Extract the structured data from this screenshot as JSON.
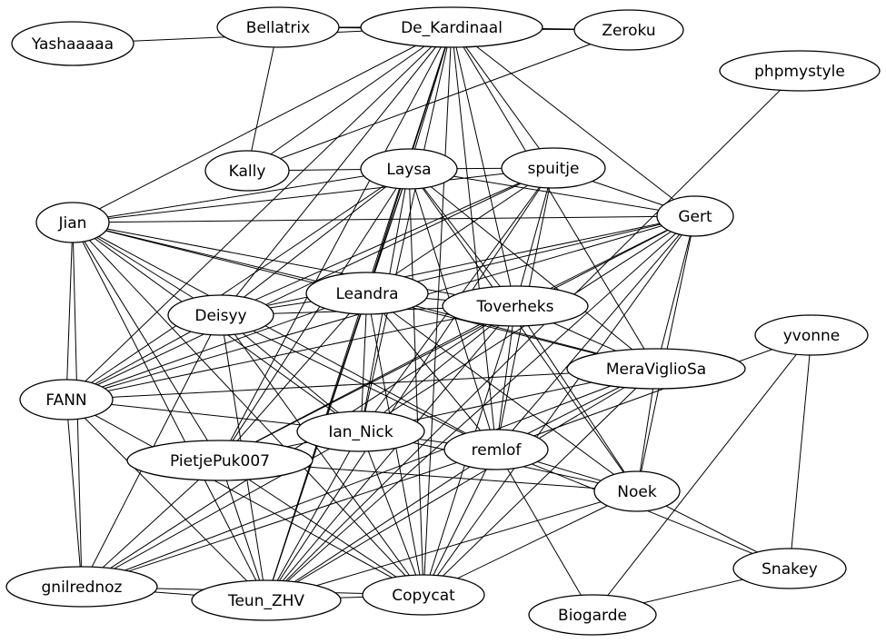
{
  "graph": {
    "nodes": [
      {
        "id": "Yashaaaaa",
        "label": "Yashaaaaa"
      },
      {
        "id": "Bellatrix",
        "label": "Bellatrix"
      },
      {
        "id": "De_Kardinaal",
        "label": "De_Kardinaal"
      },
      {
        "id": "Zeroku",
        "label": "Zeroku"
      },
      {
        "id": "phpmystyle",
        "label": "phpmystyle"
      },
      {
        "id": "Kally",
        "label": "Kally"
      },
      {
        "id": "Laysa",
        "label": "Laysa"
      },
      {
        "id": "spuitje",
        "label": "spuitje"
      },
      {
        "id": "Jian",
        "label": "Jian"
      },
      {
        "id": "Gert",
        "label": "Gert"
      },
      {
        "id": "Leandra",
        "label": "Leandra"
      },
      {
        "id": "Deisyy",
        "label": "Deisyy"
      },
      {
        "id": "Toverheks",
        "label": "Toverheks"
      },
      {
        "id": "yvonne",
        "label": "yvonne"
      },
      {
        "id": "MeraViglioSa",
        "label": "MeraViglioSa"
      },
      {
        "id": "FANN",
        "label": "FANN"
      },
      {
        "id": "Ian_Nick",
        "label": "Ian_Nick"
      },
      {
        "id": "remlof",
        "label": "remlof"
      },
      {
        "id": "PietjePuk007",
        "label": "PietjePuk007"
      },
      {
        "id": "Noek",
        "label": "Noek"
      },
      {
        "id": "gnilrednoz",
        "label": "gnilrednoz"
      },
      {
        "id": "Teun_ZHV",
        "label": "Teun_ZHV"
      },
      {
        "id": "Copycat",
        "label": "Copycat"
      },
      {
        "id": "Snakey",
        "label": "Snakey"
      },
      {
        "id": "Biogarde",
        "label": "Biogarde"
      }
    ],
    "edges": [
      [
        "Yashaaaaa",
        "De_Kardinaal"
      ],
      [
        "Bellatrix",
        "De_Kardinaal"
      ],
      [
        "Bellatrix",
        "Kally"
      ],
      [
        "Bellatrix",
        "Zeroku"
      ],
      [
        "De_Kardinaal",
        "Zeroku"
      ],
      [
        "De_Kardinaal",
        "Kally"
      ],
      [
        "De_Kardinaal",
        "Laysa"
      ],
      [
        "De_Kardinaal",
        "spuitje"
      ],
      [
        "De_Kardinaal",
        "Gert"
      ],
      [
        "De_Kardinaal",
        "Jian"
      ],
      [
        "De_Kardinaal",
        "Leandra"
      ],
      [
        "De_Kardinaal",
        "Deisyy"
      ],
      [
        "De_Kardinaal",
        "Toverheks"
      ],
      [
        "De_Kardinaal",
        "Ian_Nick"
      ],
      [
        "De_Kardinaal",
        "remlof"
      ],
      [
        "De_Kardinaal",
        "Copycat"
      ],
      [
        "De_Kardinaal",
        "FANN"
      ],
      [
        "De_Kardinaal",
        "MeraViglioSa"
      ],
      [
        "De_Kardinaal",
        "Teun_ZHV"
      ],
      [
        "De_Kardinaal",
        "PietjePuk007"
      ],
      [
        "Zeroku",
        "Kally"
      ],
      [
        "phpmystyle",
        "Teun_ZHV"
      ],
      [
        "Kally",
        "Laysa"
      ],
      [
        "Laysa",
        "spuitje"
      ],
      [
        "Laysa",
        "Jian"
      ],
      [
        "Laysa",
        "Gert"
      ],
      [
        "Laysa",
        "Leandra"
      ],
      [
        "Laysa",
        "Deisyy"
      ],
      [
        "Laysa",
        "Toverheks"
      ],
      [
        "Laysa",
        "Ian_Nick"
      ],
      [
        "Laysa",
        "remlof"
      ],
      [
        "Laysa",
        "Copycat"
      ],
      [
        "Laysa",
        "FANN"
      ],
      [
        "Laysa",
        "PietjePuk007"
      ],
      [
        "Laysa",
        "Teun_ZHV"
      ],
      [
        "Laysa",
        "Noek"
      ],
      [
        "Laysa",
        "MeraViglioSa"
      ],
      [
        "spuitje",
        "Jian"
      ],
      [
        "spuitje",
        "Gert"
      ],
      [
        "spuitje",
        "Leandra"
      ],
      [
        "spuitje",
        "Deisyy"
      ],
      [
        "spuitje",
        "Toverheks"
      ],
      [
        "spuitje",
        "Ian_Nick"
      ],
      [
        "spuitje",
        "remlof"
      ],
      [
        "spuitje",
        "Teun_ZHV"
      ],
      [
        "spuitje",
        "FANN"
      ],
      [
        "Jian",
        "Gert"
      ],
      [
        "Jian",
        "Leandra"
      ],
      [
        "Jian",
        "Toverheks"
      ],
      [
        "Jian",
        "Deisyy"
      ],
      [
        "Jian",
        "FANN"
      ],
      [
        "Jian",
        "Ian_Nick"
      ],
      [
        "Jian",
        "PietjePuk007"
      ],
      [
        "Jian",
        "Teun_ZHV"
      ],
      [
        "Jian",
        "gnilrednoz"
      ],
      [
        "Jian",
        "Copycat"
      ],
      [
        "Jian",
        "MeraViglioSa"
      ],
      [
        "Jian",
        "remlof"
      ],
      [
        "Gert",
        "Leandra"
      ],
      [
        "Gert",
        "Deisyy"
      ],
      [
        "Gert",
        "Toverheks"
      ],
      [
        "Gert",
        "Ian_Nick"
      ],
      [
        "Gert",
        "remlof"
      ],
      [
        "Gert",
        "Copycat"
      ],
      [
        "Gert",
        "Teun_ZHV"
      ],
      [
        "Gert",
        "FANN"
      ],
      [
        "Gert",
        "Noek"
      ],
      [
        "Gert",
        "MeraViglioSa"
      ],
      [
        "Gert",
        "PietjePuk007"
      ],
      [
        "Leandra",
        "Toverheks"
      ],
      [
        "Leandra",
        "Deisyy"
      ],
      [
        "Leandra",
        "Ian_Nick"
      ],
      [
        "Leandra",
        "remlof"
      ],
      [
        "Leandra",
        "Copycat"
      ],
      [
        "Leandra",
        "Teun_ZHV"
      ],
      [
        "Leandra",
        "FANN"
      ],
      [
        "Leandra",
        "Noek"
      ],
      [
        "Leandra",
        "MeraViglioSa"
      ],
      [
        "Leandra",
        "PietjePuk007"
      ],
      [
        "Deisyy",
        "Toverheks"
      ],
      [
        "Deisyy",
        "Ian_Nick"
      ],
      [
        "Deisyy",
        "Copycat"
      ],
      [
        "Deisyy",
        "Teun_ZHV"
      ],
      [
        "Deisyy",
        "FANN"
      ],
      [
        "Deisyy",
        "gnilrednoz"
      ],
      [
        "Deisyy",
        "remlof"
      ],
      [
        "Toverheks",
        "Ian_Nick"
      ],
      [
        "Toverheks",
        "remlof"
      ],
      [
        "Toverheks",
        "Copycat"
      ],
      [
        "Toverheks",
        "Teun_ZHV"
      ],
      [
        "Toverheks",
        "FANN"
      ],
      [
        "Toverheks",
        "Noek"
      ],
      [
        "Toverheks",
        "MeraViglioSa"
      ],
      [
        "Toverheks",
        "gnilrednoz"
      ],
      [
        "Toverheks",
        "PietjePuk007"
      ],
      [
        "yvonne",
        "remlof"
      ],
      [
        "yvonne",
        "Snakey"
      ],
      [
        "yvonne",
        "Biogarde"
      ],
      [
        "MeraViglioSa",
        "Ian_Nick"
      ],
      [
        "MeraViglioSa",
        "remlof"
      ],
      [
        "MeraViglioSa",
        "Teun_ZHV"
      ],
      [
        "MeraViglioSa",
        "Noek"
      ],
      [
        "MeraViglioSa",
        "FANN"
      ],
      [
        "MeraViglioSa",
        "Copycat"
      ],
      [
        "MeraViglioSa",
        "gnilrednoz"
      ],
      [
        "FANN",
        "Ian_Nick"
      ],
      [
        "FANN",
        "Teun_ZHV"
      ],
      [
        "FANN",
        "gnilrednoz"
      ],
      [
        "FANN",
        "Copycat"
      ],
      [
        "Ian_Nick",
        "remlof"
      ],
      [
        "Ian_Nick",
        "Copycat"
      ],
      [
        "Ian_Nick",
        "Teun_ZHV"
      ],
      [
        "Ian_Nick",
        "gnilrednoz"
      ],
      [
        "Ian_Nick",
        "Noek"
      ],
      [
        "Ian_Nick",
        "PietjePuk007"
      ],
      [
        "remlof",
        "Noek"
      ],
      [
        "remlof",
        "Snakey"
      ],
      [
        "remlof",
        "Biogarde"
      ],
      [
        "remlof",
        "Copycat"
      ],
      [
        "remlof",
        "Teun_ZHV"
      ],
      [
        "remlof",
        "gnilrednoz"
      ],
      [
        "PietjePuk007",
        "Teun_ZHV"
      ],
      [
        "PietjePuk007",
        "Copycat"
      ],
      [
        "PietjePuk007",
        "gnilrednoz"
      ],
      [
        "PietjePuk007",
        "Noek"
      ],
      [
        "Noek",
        "Copycat"
      ],
      [
        "Noek",
        "Teun_ZHV"
      ],
      [
        "Noek",
        "Snakey"
      ],
      [
        "gnilrednoz",
        "Teun_ZHV"
      ],
      [
        "gnilrednoz",
        "Copycat"
      ],
      [
        "Teun_ZHV",
        "Copycat"
      ],
      [
        "Snakey",
        "Biogarde"
      ]
    ]
  }
}
